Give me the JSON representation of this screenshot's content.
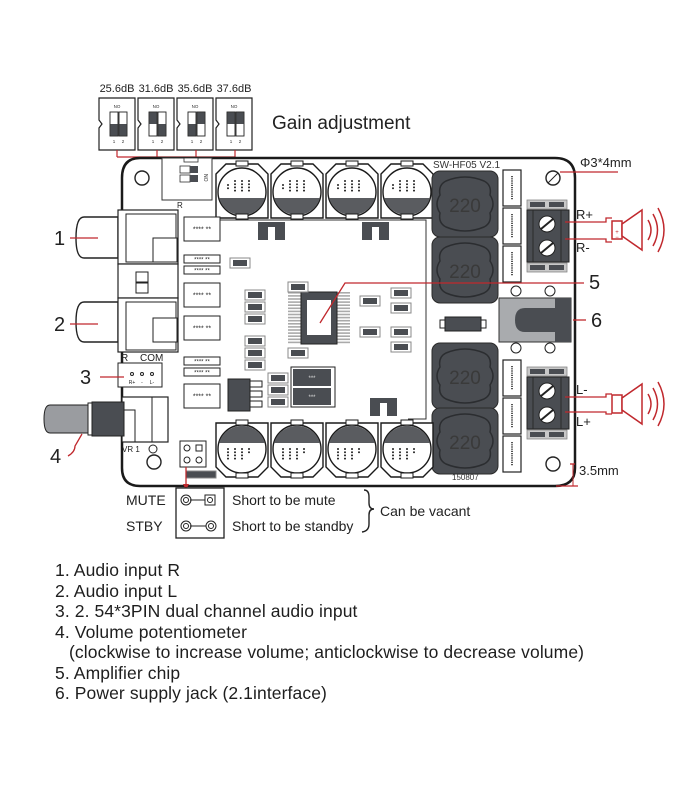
{
  "gain": {
    "title": "Gain adjustment",
    "switch_label": "NO",
    "settings": [
      {
        "label": "25.6dB",
        "switch1": "off",
        "switch2": "off"
      },
      {
        "label": "31.6dB",
        "switch1": "on",
        "switch2": "off"
      },
      {
        "label": "35.6dB",
        "switch1": "off",
        "switch2": "on"
      },
      {
        "label": "37.6dB",
        "switch1": "on",
        "switch2": "on"
      }
    ],
    "pin_labels": [
      "1",
      "2"
    ]
  },
  "board": {
    "model": "SW-HF05 V2.1",
    "serial": "150807",
    "inductor_value": "220",
    "chip_marking": "****  **",
    "cap_marking": "***",
    "r_label": "R",
    "com_label": "COM",
    "pin_labels": [
      "R+",
      "-",
      "L-"
    ],
    "vr_label": "VR 1",
    "onboard_dip_label": "NO"
  },
  "dimensions": {
    "hole": "Φ3*4mm",
    "edge": "3.5mm"
  },
  "outputs": {
    "right": {
      "plus": "R+",
      "minus": "R-"
    },
    "left": {
      "minus": "L-",
      "plus": "L+"
    }
  },
  "callouts": [
    "1",
    "2",
    "3",
    "4",
    "5",
    "6"
  ],
  "jumper": {
    "mute_label": "MUTE",
    "stby_label": "STBY",
    "mute_desc": "Short to be mute",
    "stby_desc": "Short to be standby",
    "note": "Can be vacant"
  },
  "legend": [
    "1. Audio input R",
    "2. Audio input L",
    "3. 2. 54*3PIN dual channel audio input",
    "4. Volume  potentiometer",
    "(clockwise to increase volume; anticlockwise to decrease volume)",
    "5. Amplifier chip",
    "6. Power supply jack (2.1interface)"
  ],
  "colors": {
    "line": "#1a1a1a",
    "callout": "#c0282d",
    "component_dark": "#4a4d52",
    "component_mid": "#9a9ca0",
    "board": "#ffffff"
  }
}
